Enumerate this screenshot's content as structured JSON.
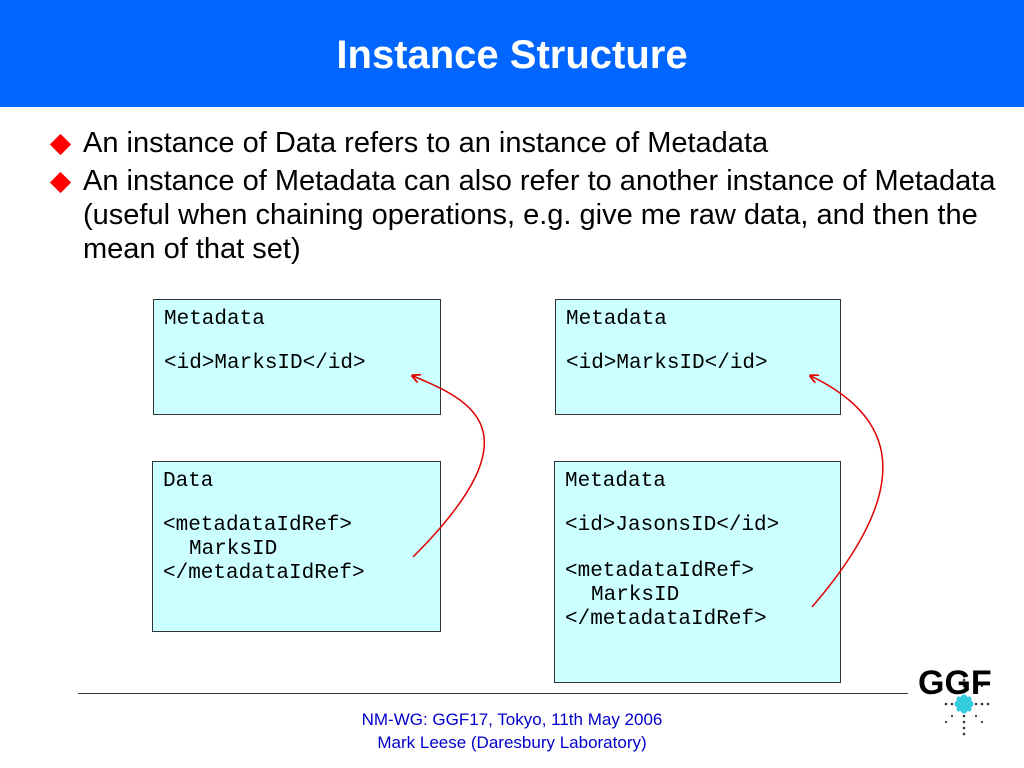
{
  "slide": {
    "title": "Instance Structure",
    "bullets": [
      "An instance of Data refers to an instance of Metadata",
      "An instance of Metadata can also refer to another instance of Metadata (useful when chaining operations, e.g. give me raw data, and then the mean of that set)"
    ]
  },
  "diagram": {
    "left_top": {
      "header": "Metadata",
      "id_line": "<id>MarksID</id>"
    },
    "left_bottom": {
      "header": "Data",
      "ref_open": "<metadataIdRef>",
      "ref_value": "MarksID",
      "ref_close": "</metadataIdRef>"
    },
    "right_top": {
      "header": "Metadata",
      "id_line": "<id>MarksID</id>"
    },
    "right_bottom": {
      "header": "Metadata",
      "id_line": "<id>JasonsID</id>",
      "ref_open": "<metadataIdRef>",
      "ref_value": "MarksID",
      "ref_close": "</metadataIdRef>"
    },
    "colors": {
      "box_fill": "#ccffff",
      "arrow": "#e00000",
      "header_bar": "#0066ff"
    }
  },
  "footer": {
    "line1": "NM-WG: GGF17, Tokyo, 11th May 2006",
    "line2": "Mark Leese (Daresbury Laboratory)"
  },
  "logo": {
    "icon": "ggf-logo-icon",
    "text": "GGF"
  }
}
